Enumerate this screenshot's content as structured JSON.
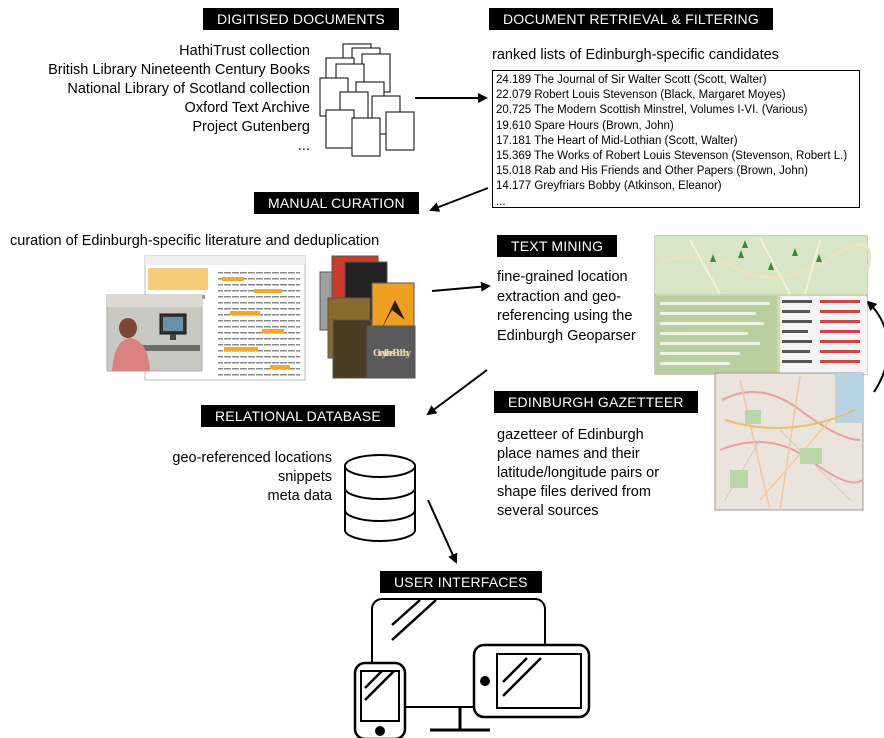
{
  "headers": {
    "digitised": "DIGITISED DOCUMENTS",
    "retrieval": "DOCUMENT RETRIEVAL & FILTERING",
    "curation": "MANUAL CURATION",
    "mining": "TEXT MINING",
    "gazetteer": "EDINBURGH GAZETTEER",
    "database": "RELATIONAL DATABASE",
    "ui": "USER INTERFACES"
  },
  "sources": [
    "HathiTrust collection",
    "British Library Nineteenth Century Books",
    "National Library of Scotland collection",
    "Oxford Text Archive",
    "Project Gutenberg",
    "..."
  ],
  "retrieval": {
    "caption": "ranked lists of Edinburgh-specific candidates",
    "ranked": [
      "24.189 The Journal of Sir Walter Scott (Scott, Walter)",
      "22.079 Robert Louis Stevenson (Black, Margaret Moyes)",
      "20.725 The Modern Scottish Minstrel, Volumes I-VI. (Various)",
      "19.610 Spare Hours (Brown, John)",
      "17.181 The Heart of Mid-Lothian (Scott, Walter)",
      "15.369 The Works of Robert Louis Stevenson (Stevenson, Robert L.)",
      "15.018 Rab and His Friends and Other Papers (Brown, John)",
      "14.177 Greyfriars Bobby (Atkinson, Eleanor)",
      "..."
    ]
  },
  "curation": {
    "caption": "curation of Edinburgh-specific literature and deduplication"
  },
  "mining": {
    "lines": [
      "fine-grained location",
      "extraction and geo-",
      "referencing using the",
      "Edinburgh Geoparser"
    ]
  },
  "gazetteer": {
    "lines": [
      "gazetteer of Edinburgh",
      "place names and their",
      "latitude/longitude pairs or",
      "shape files derived from",
      "several sources"
    ]
  },
  "database": {
    "items": [
      "geo-referenced locations",
      "snippets",
      "meta data"
    ]
  },
  "book_cover_text": "Greyfriars Bobby",
  "colors": {
    "header_bg": "#000000",
    "header_fg": "#ffffff",
    "highlight": "#f5a623",
    "map_green": "#b9cfa0"
  }
}
